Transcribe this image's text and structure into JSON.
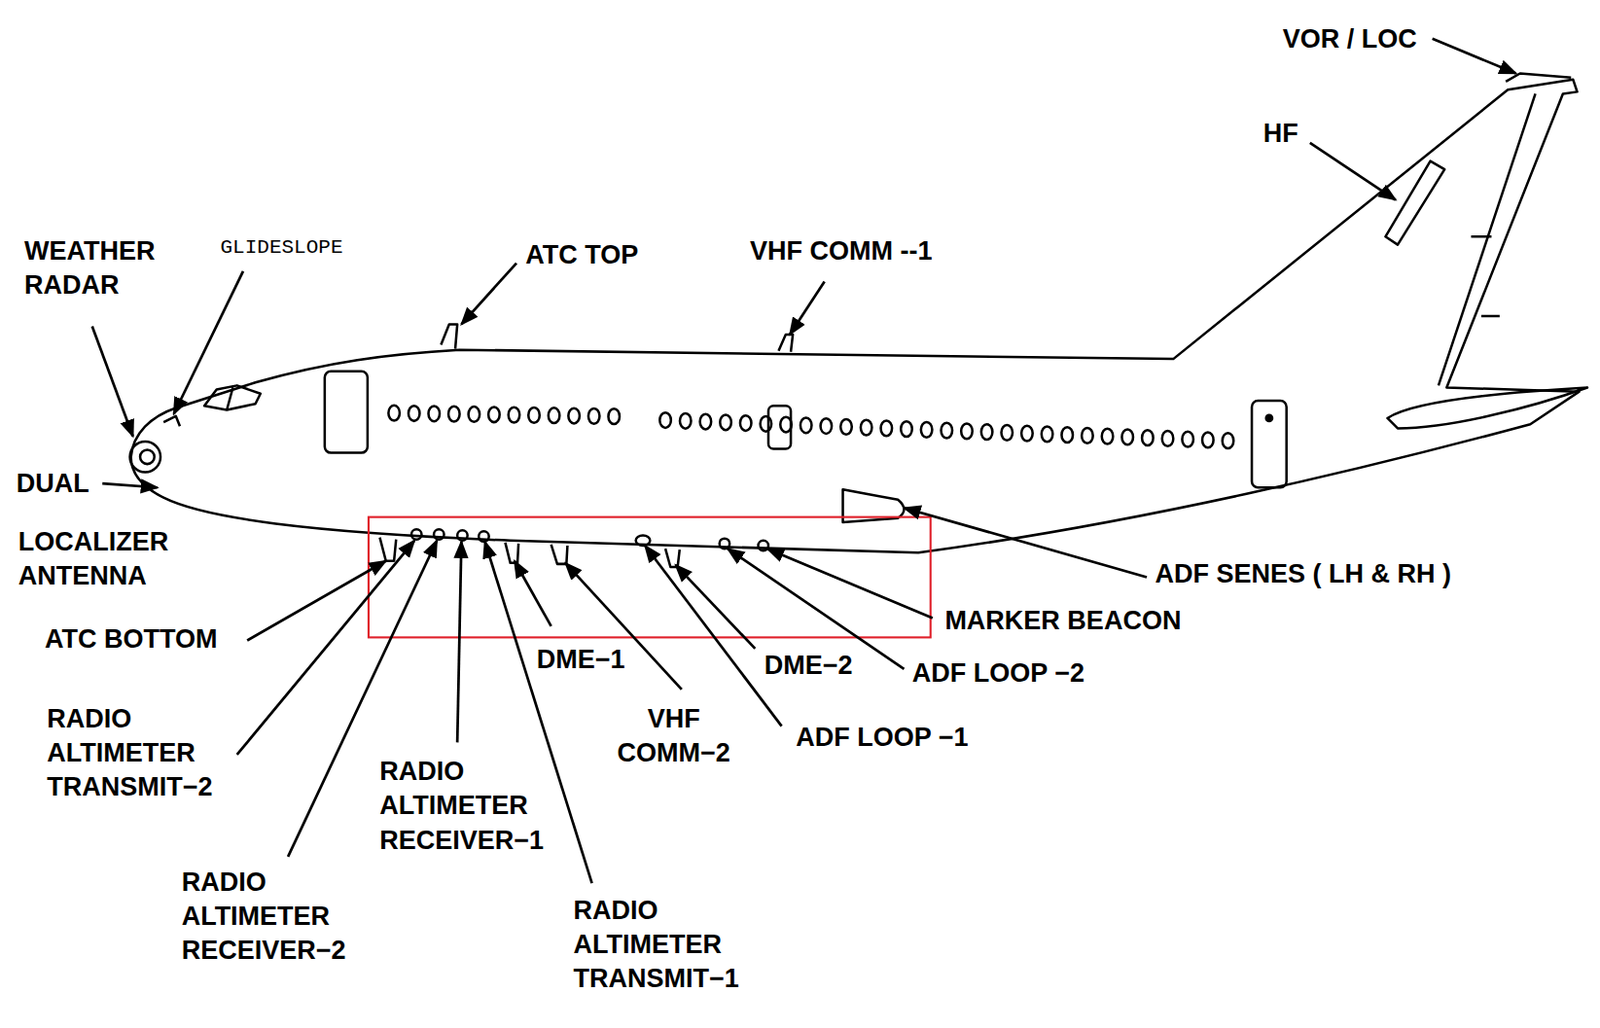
{
  "diagram": {
    "labels": [
      "VOR / LOC",
      "HF",
      "WEATHER RADAR",
      "GLIDESLOPE",
      "ATC TOP",
      "VHF COMM --1",
      "DUAL",
      "LOCALIZER ANTENNA",
      "ATC BOTTOM",
      "RADIO ALTIMETER TRANSMIT−2",
      "RADIO ALTIMETER RECEIVER−2",
      "RADIO ALTIMETER RECEIVER−1",
      "RADIO ALTIMETER TRANSMIT−1",
      "DME−1",
      "VHF COMM−2",
      "DME−2",
      "ADF LOOP −1",
      "ADF LOOP −2",
      "MARKER BEACON",
      "ADF SENES ( LH & RH )"
    ]
  }
}
